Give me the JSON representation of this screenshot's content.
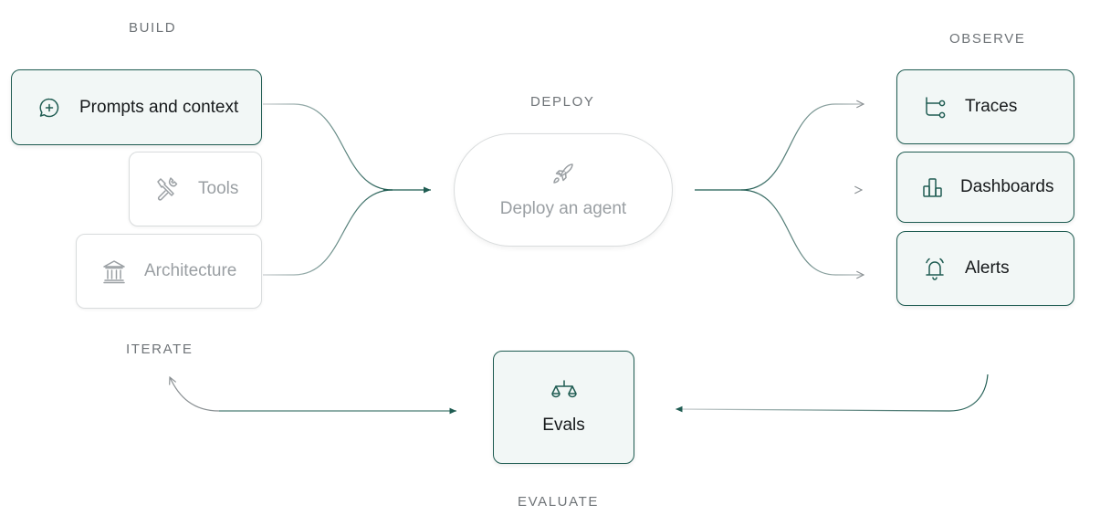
{
  "stages": {
    "build": "BUILD",
    "deploy": "DEPLOY",
    "observe": "OBSERVE",
    "iterate": "ITERATE",
    "evaluate": "EVALUATE"
  },
  "build_items": [
    {
      "label": "Prompts and context",
      "icon": "chat-plus-icon",
      "active": true
    },
    {
      "label": "Tools",
      "icon": "tools-icon",
      "active": false
    },
    {
      "label": "Architecture",
      "icon": "bank-icon",
      "active": false
    }
  ],
  "deploy": {
    "label": "Deploy an agent",
    "icon": "rocket-icon"
  },
  "observe_items": [
    {
      "label": "Traces",
      "icon": "traces-icon"
    },
    {
      "label": "Dashboards",
      "icon": "bar-chart-icon"
    },
    {
      "label": "Alerts",
      "icon": "bell-icon"
    }
  ],
  "evals": {
    "label": "Evals",
    "icon": "scale-icon"
  },
  "colors": {
    "accent": "#1f5c52",
    "active_bg": "#f2f7f6",
    "muted_text": "#9a9fa3",
    "connector_gray": "#8a9093"
  }
}
